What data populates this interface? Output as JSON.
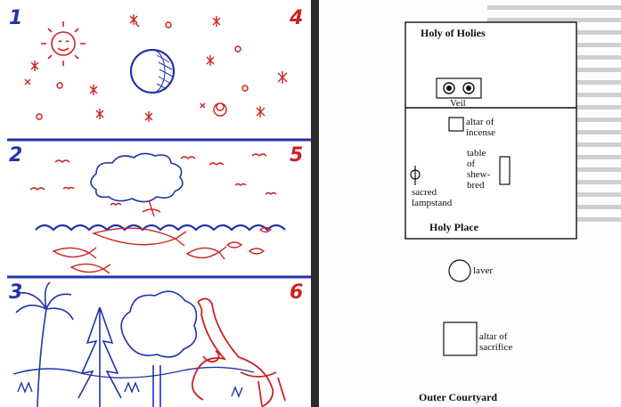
{
  "creation_panels": {
    "numbers": [
      "1",
      "2",
      "3",
      "4",
      "5",
      "6"
    ]
  },
  "tabernacle": {
    "holy_of_holies": "Holy of Holies",
    "veil": "Veil",
    "altar_of_incense": [
      "altar of",
      "incense"
    ],
    "table_of_shewbread": [
      "table",
      "of",
      "shew-",
      "bred"
    ],
    "sacred_lampstand": [
      "sacred",
      "lampstand"
    ],
    "holy_place": "Holy Place",
    "laver": "laver",
    "altar_of_sacrifice": [
      "altar of",
      "sacrifice"
    ],
    "outer_courtyard": "Outer Courtyard"
  },
  "colors": {
    "sketch_blue": "#2233aa",
    "sketch_red": "#cc2222",
    "divider": "#2a2a2a"
  }
}
